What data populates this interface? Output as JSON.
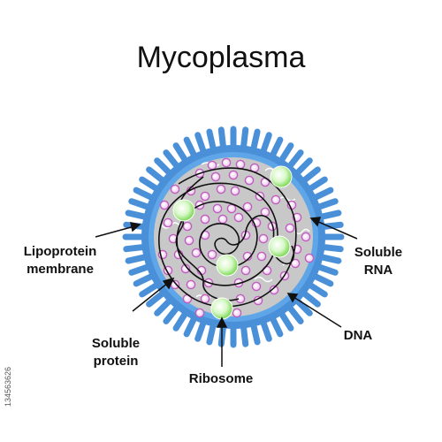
{
  "title": "Mycoplasma",
  "labels": {
    "lipoprotein_membrane": [
      "Lipoprotein",
      "membrane"
    ],
    "soluble_protein": [
      "Soluble",
      "protein"
    ],
    "ribosome": "Ribosome",
    "soluble_rna": [
      "Soluble",
      "RNA"
    ],
    "dna": "DNA"
  },
  "stock_id": "134563626",
  "colors": {
    "membrane": "#4a90d9",
    "cytoplasm": "#c8c8c8",
    "protein_fill": "#f2d9f0",
    "protein_stroke": "#c05ec0",
    "ribosome_fill": "#a8e888",
    "dna": "#111111",
    "rna": "#ffffff",
    "text": "#111111"
  }
}
